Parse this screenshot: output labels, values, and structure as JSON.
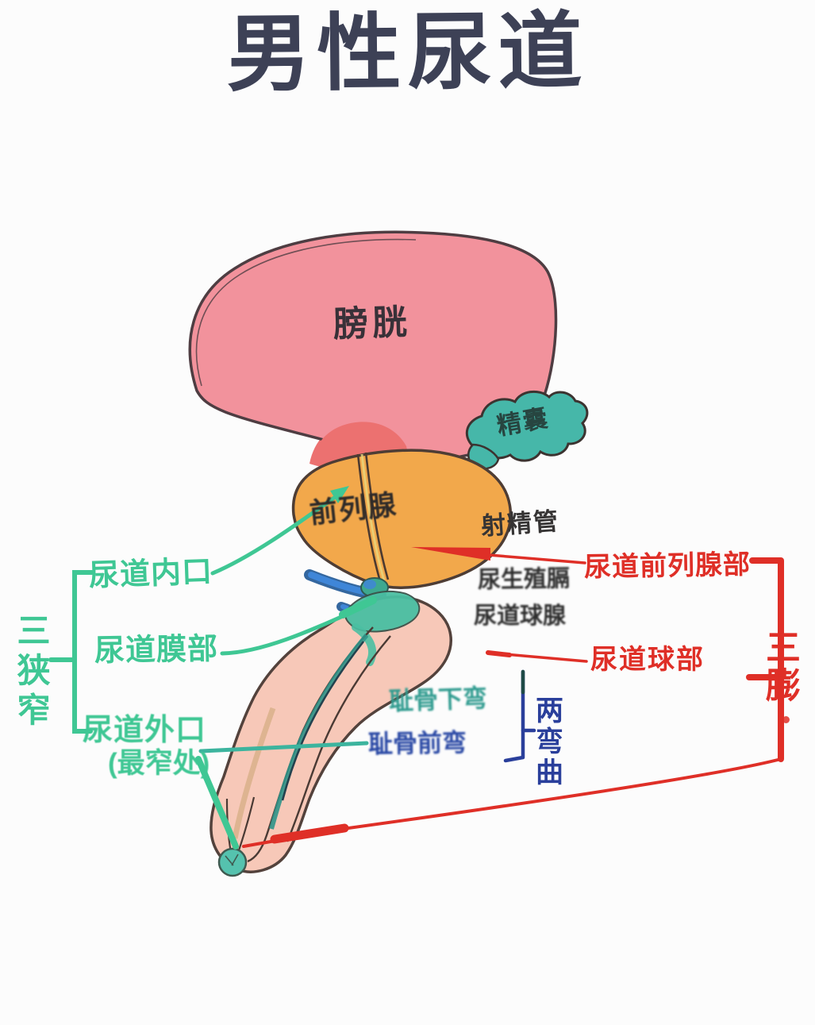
{
  "title": "男性尿道",
  "labels": {
    "bladder": "膀胱",
    "seminal_vesicle": "精囊",
    "prostate": "前列腺",
    "ejaculatory_duct": "射精管",
    "urogenital_diaphragm": "尿生殖膈",
    "bulbourethral_gland": "尿道球腺",
    "internal_orifice": "尿道内口",
    "membranous_part": "尿道膜部",
    "external_orifice": "尿道外口",
    "narrowest_point": "(最窄处)",
    "three_narrowings": "三狭窄",
    "prostatic_part": "尿道前列腺部",
    "bulbar_part": "尿道球部",
    "three_dilations": "三膨",
    "two_curvatures": "两弯曲",
    "subpubic_curve": "耻骨下弯",
    "prepubic_curve": "耻骨前弯"
  },
  "colors": {
    "background": "#fcfcfc",
    "title_ink": "#3d4156",
    "bladder_fill": "#f2929c",
    "bladder_neck_fill": "#ec7170",
    "prostate_fill": "#f2a84b",
    "seminal_vesicle_fill": "#46b7a9",
    "penis_fill": "#f7c8b8",
    "glans_tip_fill": "#55c2ae",
    "narrowings_accent": "#3fc794",
    "dilations_accent": "#df2f27",
    "curvatures_accent": "#2a3f9b",
    "outline": "#4e3d3c"
  }
}
